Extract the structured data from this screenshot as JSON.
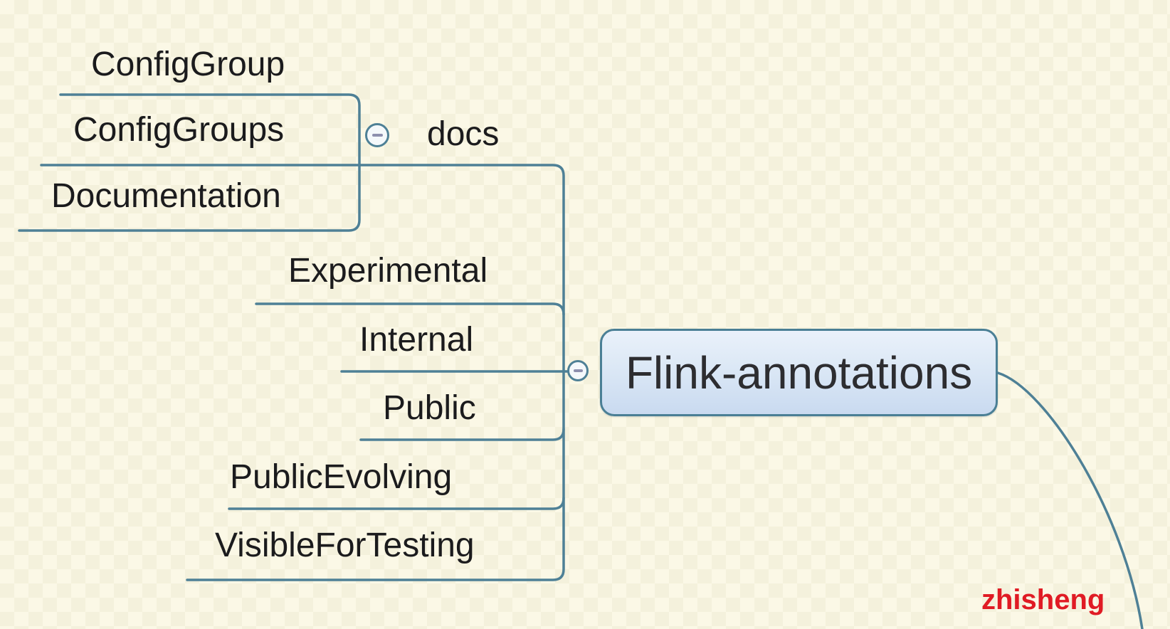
{
  "palette": {
    "background": "#fbf8e6",
    "connector_line": "#4e8096",
    "node_border": "#4a7f95",
    "node_fill_top": "#eaf1fa",
    "node_fill_bottom": "#c9daf0",
    "topic_text": "#1b1b1d",
    "minus_icon": "#8d8fae",
    "watermark_red": "#e01b24"
  },
  "mindmap": {
    "root": {
      "label": "Flink-annotations"
    },
    "topics": [
      {
        "id": "docs",
        "label": "docs"
      },
      {
        "id": "experimental",
        "label": "Experimental"
      },
      {
        "id": "internal",
        "label": "Internal"
      },
      {
        "id": "public",
        "label": "Public"
      },
      {
        "id": "public-evolving",
        "label": "PublicEvolving"
      },
      {
        "id": "visible-for-testing",
        "label": "VisibleForTesting"
      }
    ],
    "docs_children": [
      {
        "id": "config-group",
        "label": "ConfigGroup"
      },
      {
        "id": "config-groups",
        "label": "ConfigGroups"
      },
      {
        "id": "documentation",
        "label": "Documentation"
      }
    ],
    "icons": {
      "collapse_minus": "minus"
    }
  },
  "watermark": {
    "text": "zhisheng"
  }
}
